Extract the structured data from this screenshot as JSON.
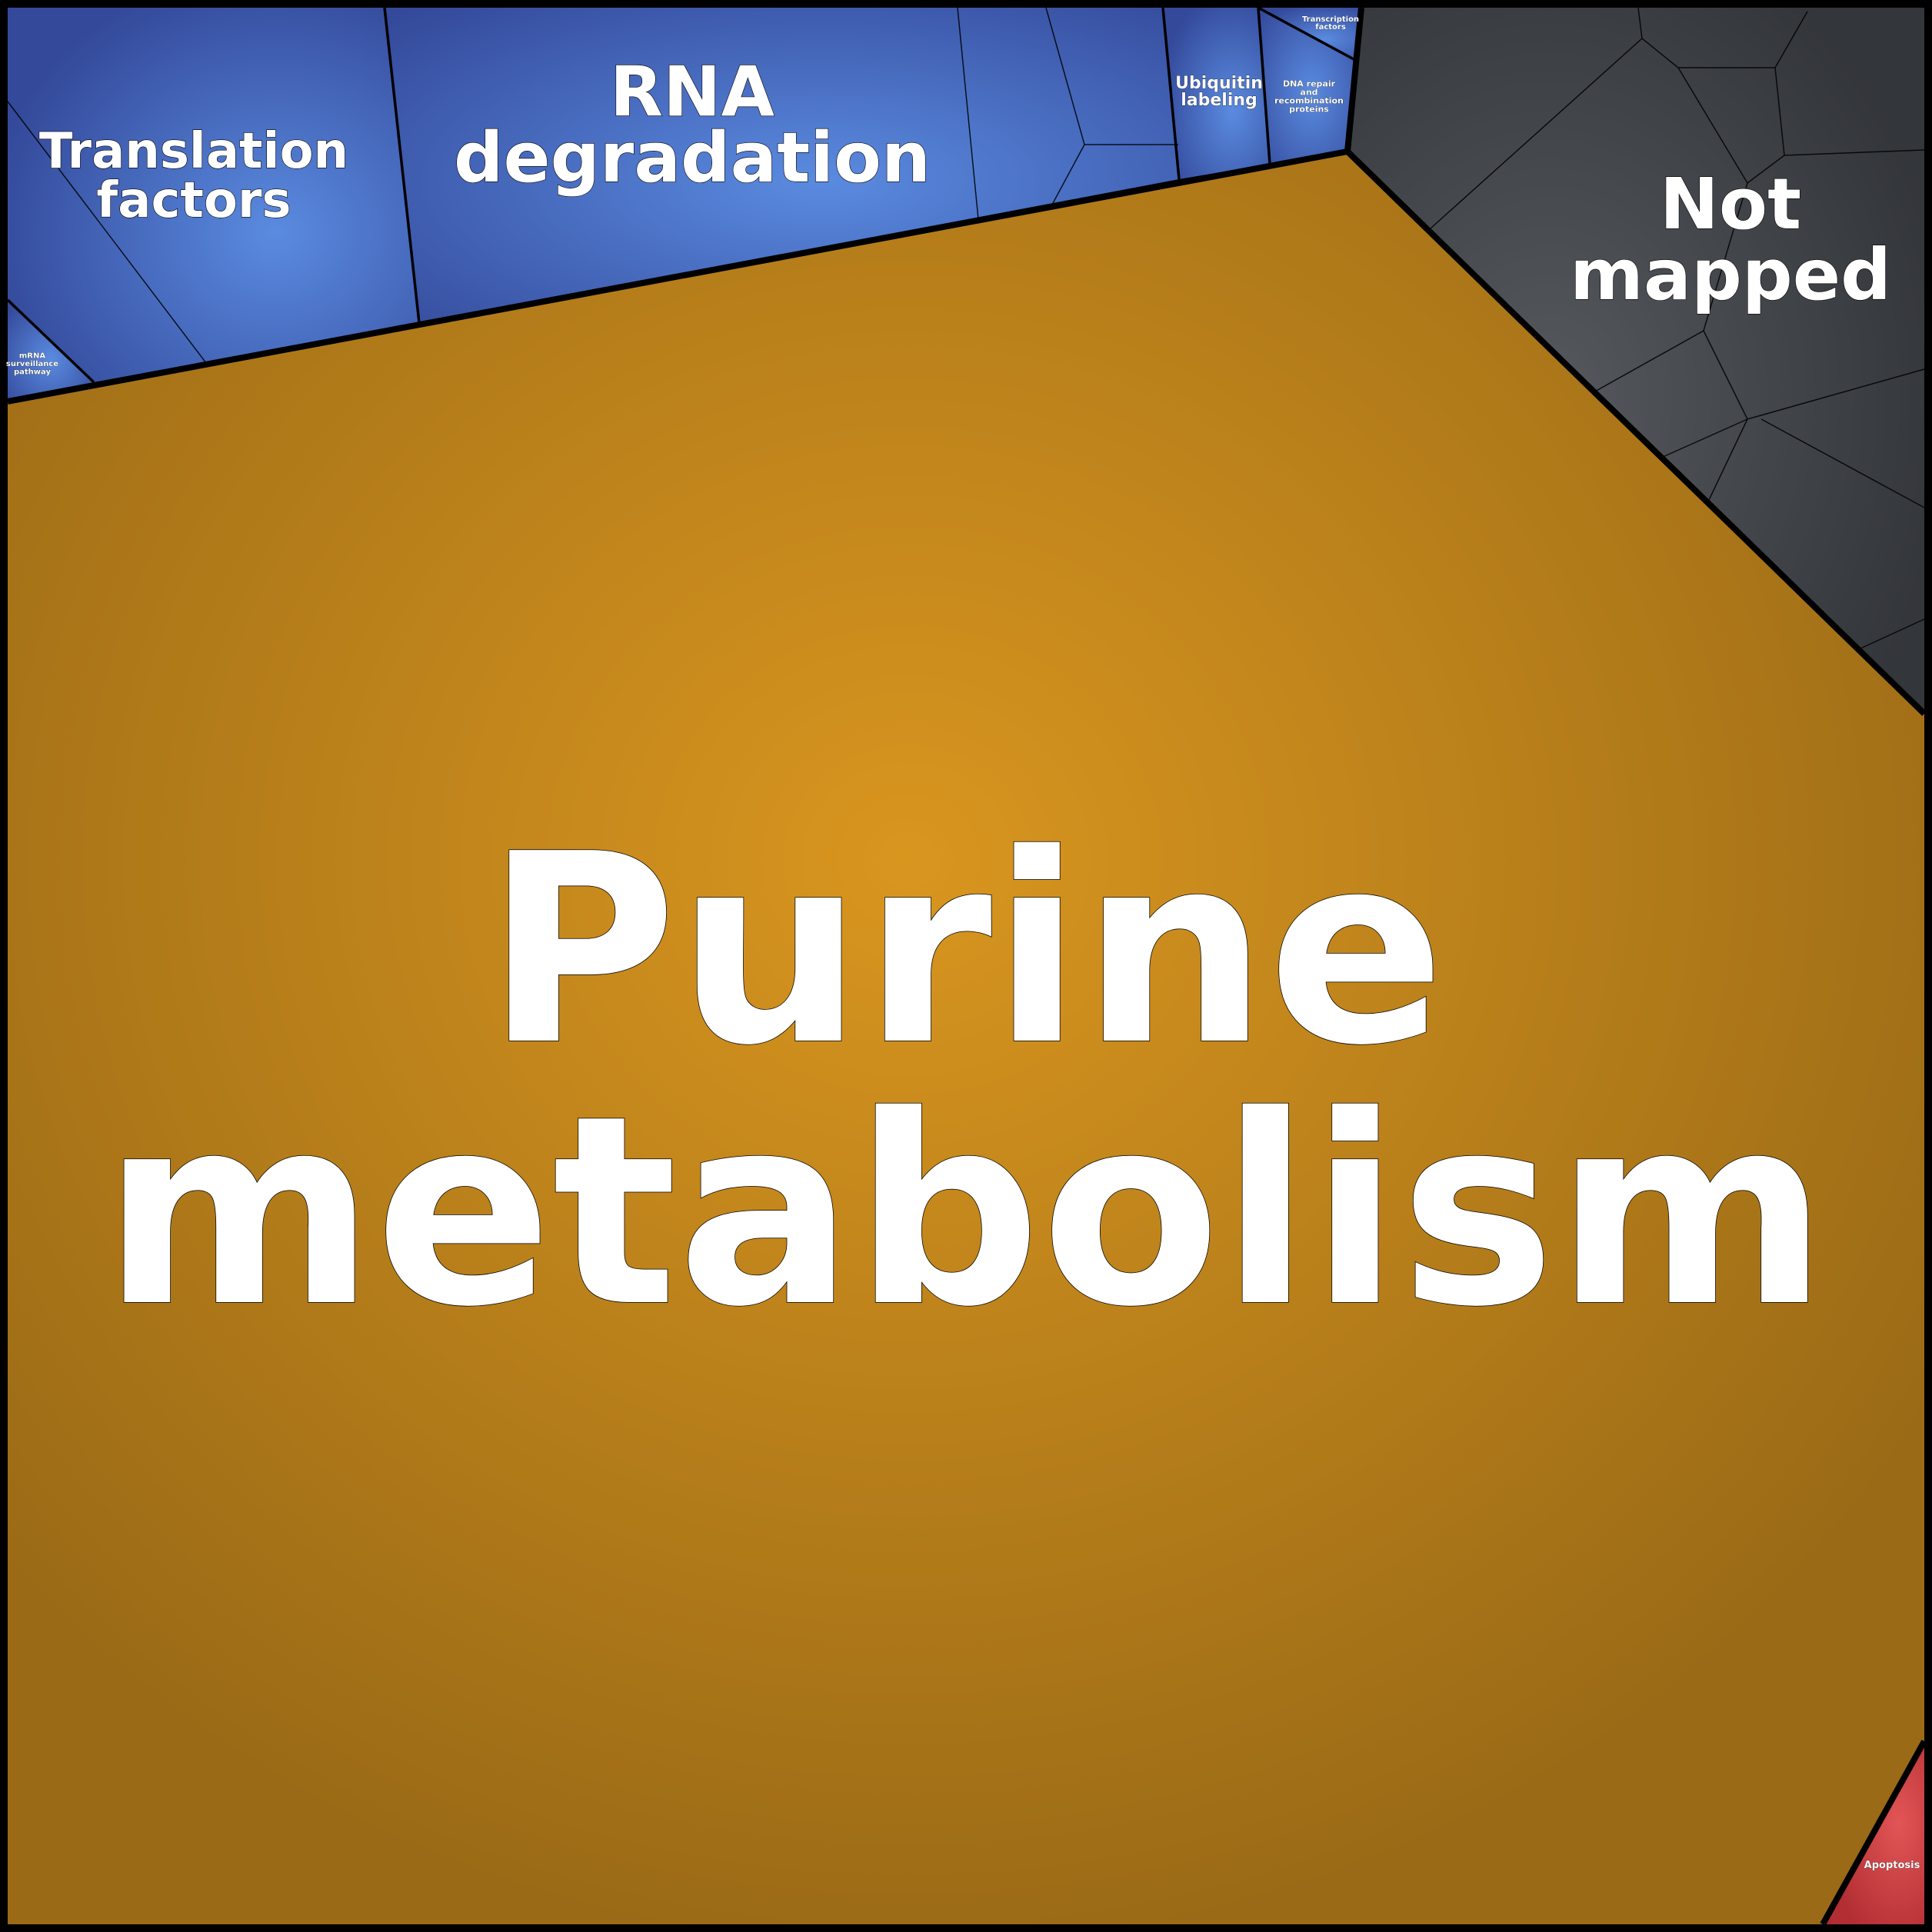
{
  "diagram": {
    "type": "voronoi-treemap",
    "colors": {
      "purine": "#d9961f",
      "purine_edge": "#9a6a16",
      "blue": "#5a8be0",
      "blue_edge": "#34499a",
      "grey": "#55595e",
      "grey_edge": "#33363a",
      "red": "#e25555",
      "red_edge": "#b22e33",
      "border": "#000000"
    },
    "cells": [
      {
        "id": "purine-metabolism",
        "group": "purine",
        "label_lines": [
          "Purine",
          "metabolism"
        ]
      },
      {
        "id": "translation-factors",
        "group": "blue",
        "label_lines": [
          "Translation",
          "factors"
        ]
      },
      {
        "id": "mrna-surveillance-pathway",
        "group": "blue",
        "label_lines": [
          "mRNA",
          "surveillance",
          "pathway"
        ]
      },
      {
        "id": "rna-degradation",
        "group": "blue",
        "label_lines": [
          "RNA",
          "degradation"
        ]
      },
      {
        "id": "ubiquitin-labeling",
        "group": "blue",
        "label_lines": [
          "Ubiquitin",
          "labeling"
        ]
      },
      {
        "id": "dna-repair-and-recombination-proteins",
        "group": "blue",
        "label_lines": [
          "DNA repair",
          "and",
          "recombination",
          "proteins"
        ]
      },
      {
        "id": "transcription-factors",
        "group": "blue",
        "label_lines": [
          "Transcription",
          "factors"
        ]
      },
      {
        "id": "not-mapped",
        "group": "grey",
        "label_lines": [
          "Not",
          "mapped"
        ]
      },
      {
        "id": "apoptosis",
        "group": "red",
        "label_lines": [
          "Apoptosis"
        ]
      }
    ]
  }
}
